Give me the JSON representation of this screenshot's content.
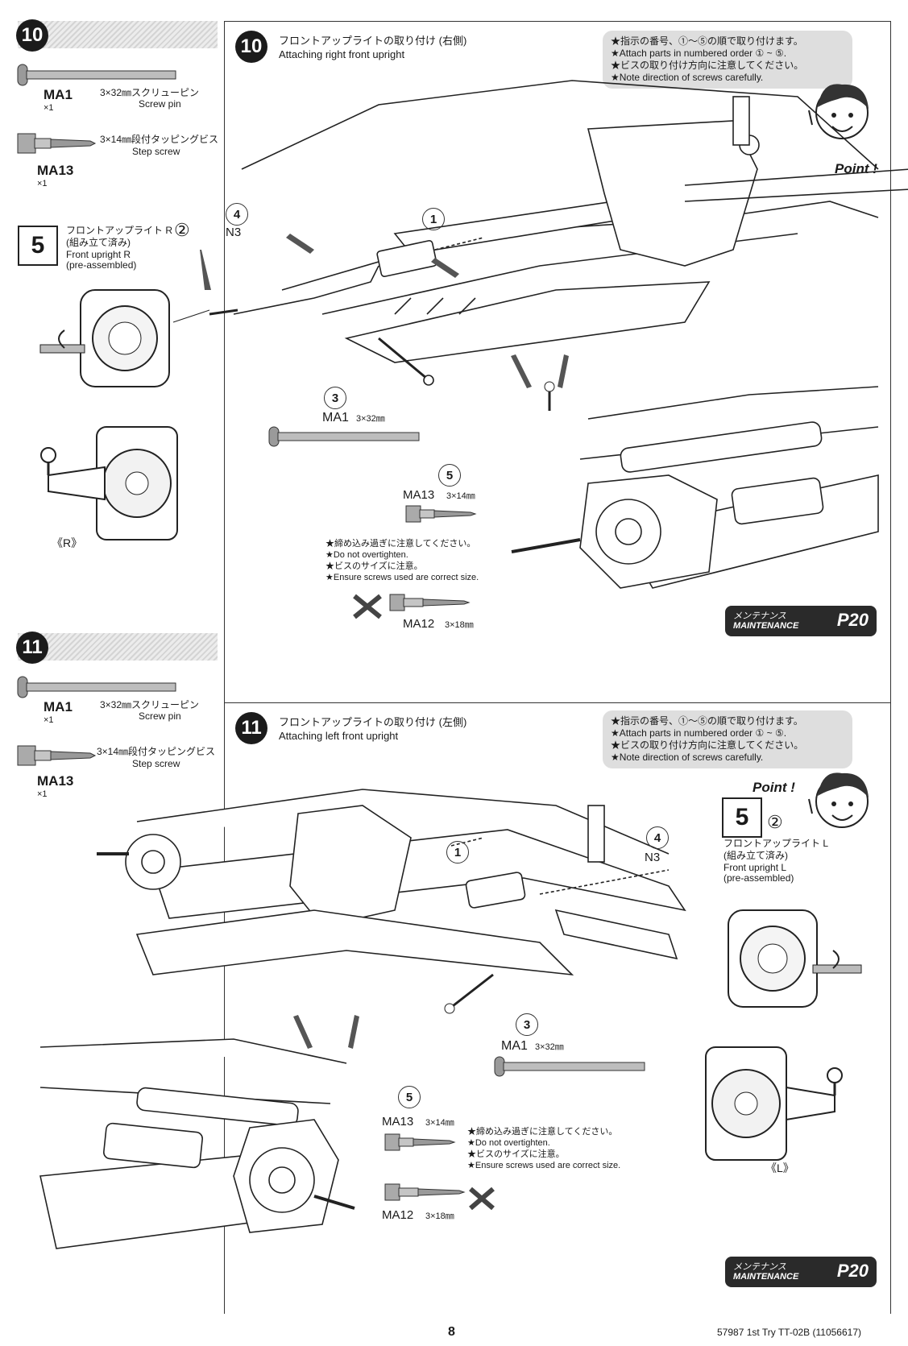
{
  "side10": {
    "step": "10",
    "ma1": {
      "code": "MA1",
      "qty": "×1",
      "jp": "3×32㎜スクリューピン",
      "en": "Screw pin"
    },
    "ma13": {
      "code": "MA13",
      "qty": "×1",
      "jp": "3×14㎜段付タッピングビス",
      "en": "Step screw"
    }
  },
  "side11": {
    "step": "11",
    "ma1": {
      "code": "MA1",
      "qty": "×1",
      "jp": "3×32㎜スクリューピン",
      "en": "Screw pin"
    },
    "ma13": {
      "code": "MA13",
      "qty": "×1",
      "jp": "3×14㎜段付タッピングビス",
      "en": "Step screw"
    }
  },
  "upright_r": {
    "box": "5",
    "num": "②",
    "jp1": "フロントアップライト R",
    "jp2": "(組み立て済み)",
    "en1": "Front upright R",
    "en2": "(pre-assembled)",
    "side_label": "《R》"
  },
  "upright_l": {
    "box": "5",
    "num": "②",
    "jp1": "フロントアップライト L",
    "jp2": "(組み立て済み)",
    "en1": "Front upright L",
    "en2": "(pre-assembled)",
    "side_label": "《L》"
  },
  "step10": {
    "num": "10",
    "title_jp": "フロントアップライトの取り付け (右側)",
    "title_en": "Attaching right front upright",
    "notes": [
      "★指示の番号、①～⑤の順で取り付けます。",
      "★Attach parts in numbered order ① ~ ⑤.",
      "★ビスの取り付け方向に注意してください。",
      "★Note direction of screws carefully."
    ],
    "point": "Point !",
    "callouts": {
      "n1": "1",
      "n4": "4",
      "n4_part": "N3",
      "n3": "3",
      "n3_part": "MA1",
      "n3_size": "3×32㎜",
      "n5": "5",
      "n5_part": "MA13",
      "n5_size": "3×14㎜"
    },
    "warnings": [
      "★締め込み過ぎに注意してください。",
      "★Do not overtighten.",
      "★ビスのサイズに注意。",
      "★Ensure screws used are correct size."
    ],
    "wrong": {
      "part": "MA12",
      "size": "3×18㎜"
    },
    "maint": {
      "jp": "メンテナンス",
      "en": "MAINTENANCE",
      "page": "P20"
    }
  },
  "step11": {
    "num": "11",
    "title_jp": "フロントアップライトの取り付け (左側)",
    "title_en": "Attaching left front upright",
    "notes": [
      "★指示の番号、①～⑤の順で取り付けます。",
      "★Attach parts in numbered order ① ~ ⑤.",
      "★ビスの取り付け方向に注意してください。",
      "★Note direction of screws carefully."
    ],
    "point": "Point !",
    "callouts": {
      "n1": "1",
      "n4": "4",
      "n4_part": "N3",
      "n3": "3",
      "n3_part": "MA1",
      "n3_size": "3×32㎜",
      "n5": "5",
      "n5_part": "MA13",
      "n5_size": "3×14㎜"
    },
    "warnings": [
      "★締め込み過ぎに注意してください。",
      "★Do not overtighten.",
      "★ビスのサイズに注意。",
      "★Ensure screws used are correct size."
    ],
    "wrong": {
      "part": "MA12",
      "size": "3×18㎜"
    },
    "maint": {
      "jp": "メンテナンス",
      "en": "MAINTENANCE",
      "page": "P20"
    }
  },
  "footer": {
    "page": "8",
    "code": "57987 1st Try TT-02B (11056617)"
  }
}
